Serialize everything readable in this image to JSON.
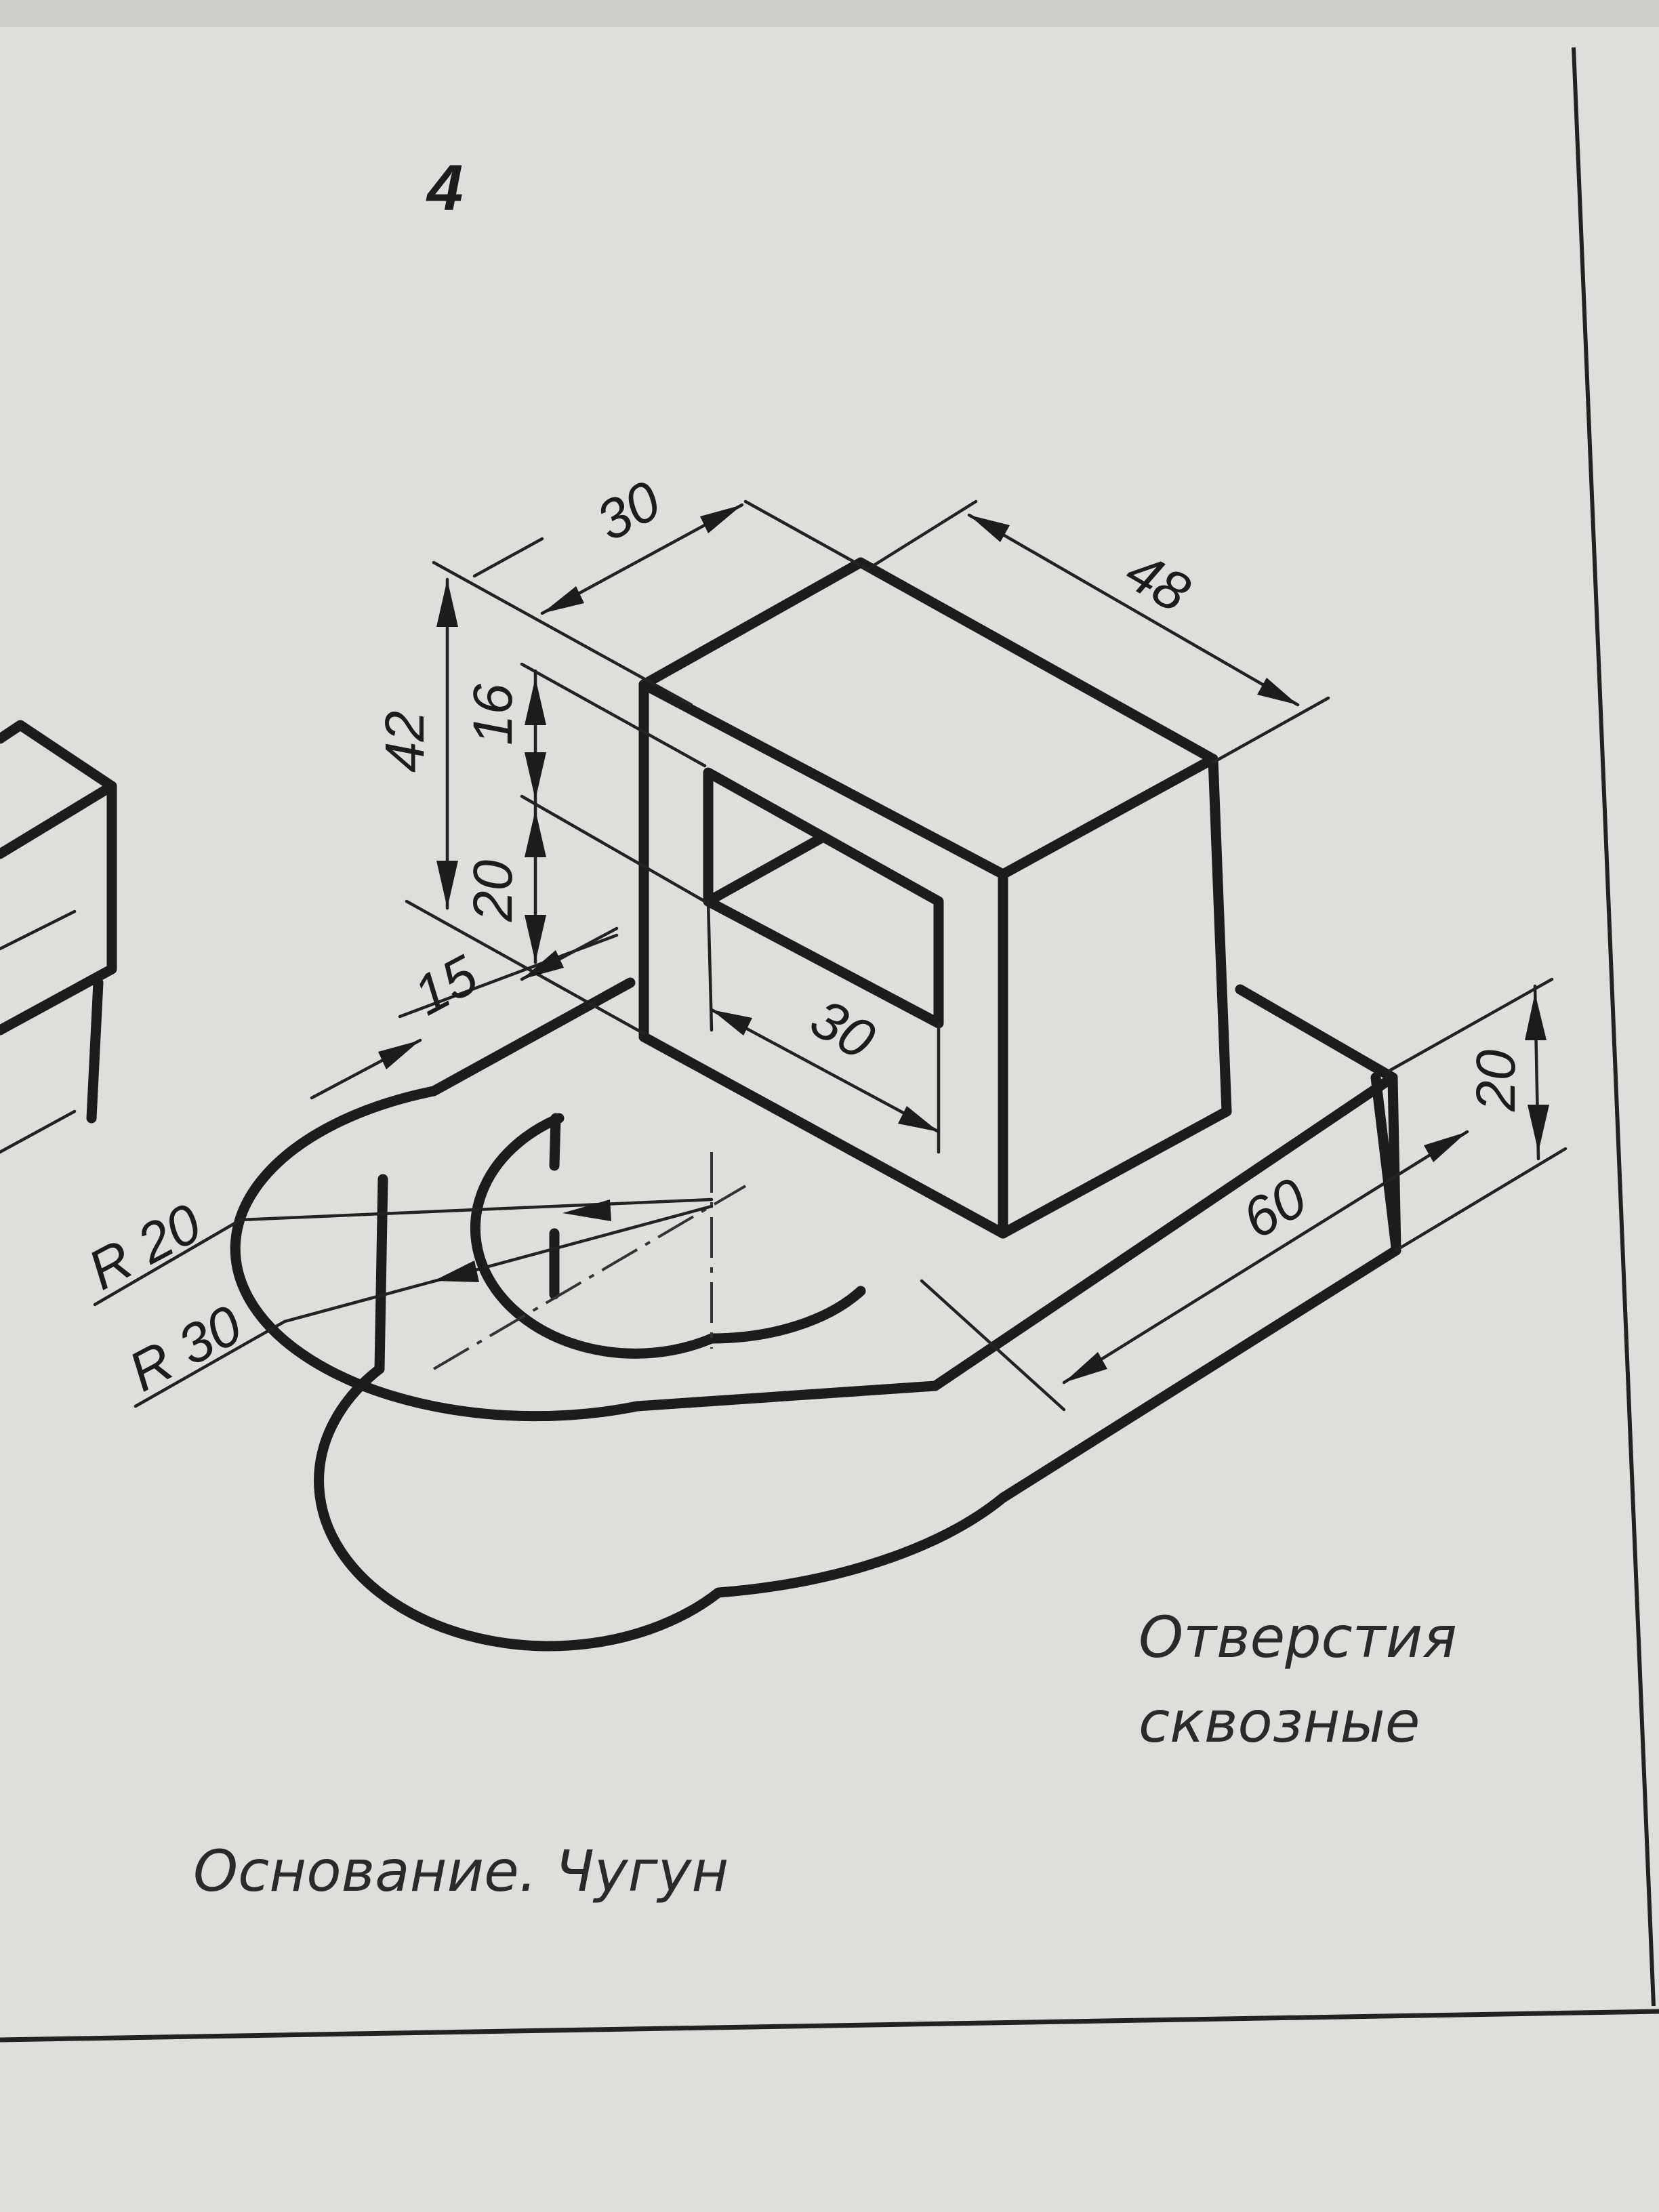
{
  "page": {
    "variant_number": "4",
    "part_caption": "Основание. Чугун",
    "note_line1": "Отверстия",
    "note_line2": "сквозные"
  },
  "dimensions": {
    "top_width": "30",
    "top_length": "48",
    "total_height": "42",
    "window_top_offset": "16",
    "window_height": "20",
    "wall_thickness": "15",
    "window_width": "30",
    "base_height": "20",
    "base_length": "60",
    "inner_radius": "R 20",
    "outer_radius": "R 30"
  }
}
